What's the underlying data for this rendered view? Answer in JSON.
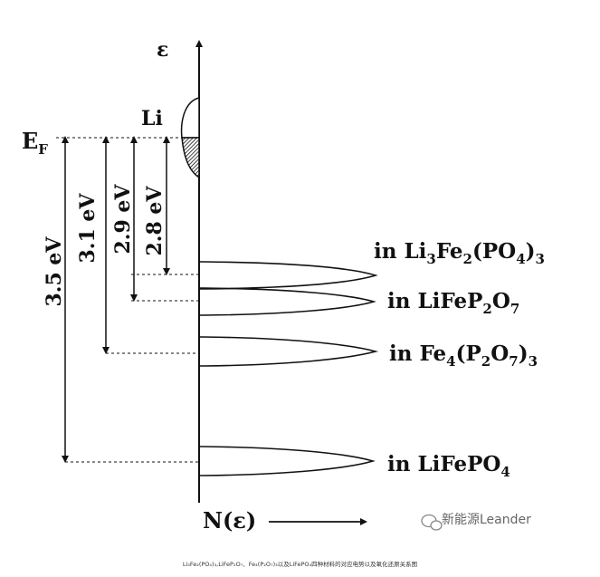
{
  "diagram": {
    "energy_axis_label": "ε",
    "dos_axis_label": "N(ε)",
    "fermi_level_label": "E",
    "fermi_level_subscript": "F",
    "metal_label": "Li",
    "gaps": [
      {
        "value": "3.5 eV"
      },
      {
        "value": "3.1 eV"
      },
      {
        "value": "2.9 eV"
      },
      {
        "value": "2.8 eV"
      }
    ],
    "bands": [
      {
        "label_parts": [
          "in Li",
          "3",
          "Fe",
          "2",
          "(PO",
          "4",
          ")",
          "3"
        ]
      },
      {
        "label_parts": [
          "in LiFeP",
          "2",
          "O",
          "7"
        ]
      },
      {
        "label_parts": [
          "in Fe",
          "4",
          "(P",
          "2",
          "O",
          "7",
          ")",
          "3"
        ]
      },
      {
        "label_parts": [
          "in LiFePO",
          "4"
        ]
      }
    ]
  },
  "caption": "Li₃Fe₂(PO₄)₃,LiFeP₂O₇、Fe₄(P₂O₇)₃以及LiFePO₄四种材料的对应电势以及氧化还原关系图",
  "watermark": "新能源Leander"
}
